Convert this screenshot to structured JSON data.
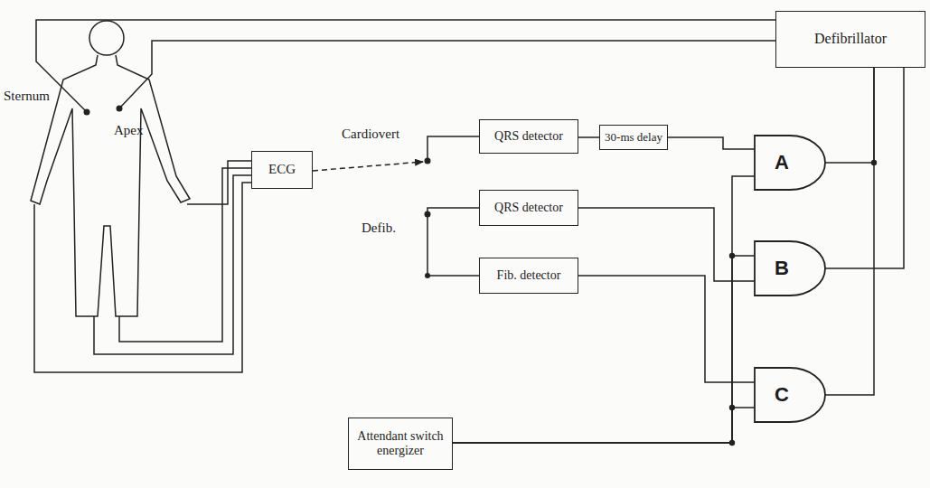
{
  "diagram": {
    "nodes": [
      {
        "text": [
          "Defibrillator"
        ]
      },
      {
        "text": [
          "ECG"
        ]
      },
      {
        "text": [
          "QRS detector"
        ]
      },
      {
        "text": [
          "30-ms delay"
        ]
      },
      {
        "text": [
          "QRS detector"
        ]
      },
      {
        "text": [
          "Fib. detector"
        ]
      },
      {
        "text": [
          "Attendant switch energizer"
        ]
      },
      {
        "text": [
          "A"
        ]
      },
      {
        "text": [
          "B"
        ]
      },
      {
        "text": [
          "C"
        ]
      }
    ],
    "edges": [
      {
        "from": 1,
        "to": 2,
        "arrow": "none"
      },
      {
        "from": 1,
        "to": 4,
        "arrow": "none"
      },
      {
        "from": 1,
        "to": 5,
        "arrow": "none"
      },
      {
        "from": 2,
        "to": 3,
        "arrow": "none"
      },
      {
        "from": 3,
        "to": 7,
        "arrow": "none"
      },
      {
        "from": 6,
        "to": 7,
        "arrow": "none"
      },
      {
        "from": 6,
        "to": 8,
        "arrow": "none"
      },
      {
        "from": 6,
        "to": 9,
        "arrow": "none"
      },
      {
        "from": 4,
        "to": 8,
        "arrow": "none"
      },
      {
        "from": 5,
        "to": 9,
        "arrow": "none"
      },
      {
        "from": 7,
        "to": 0,
        "arrow": "none"
      },
      {
        "from": 8,
        "to": 0,
        "arrow": "none"
      },
      {
        "from": 9,
        "to": 0,
        "arrow": "none"
      }
    ],
    "labels": [
      "Sternum",
      "Apex",
      "Cardiovert",
      "Defib."
    ]
  }
}
